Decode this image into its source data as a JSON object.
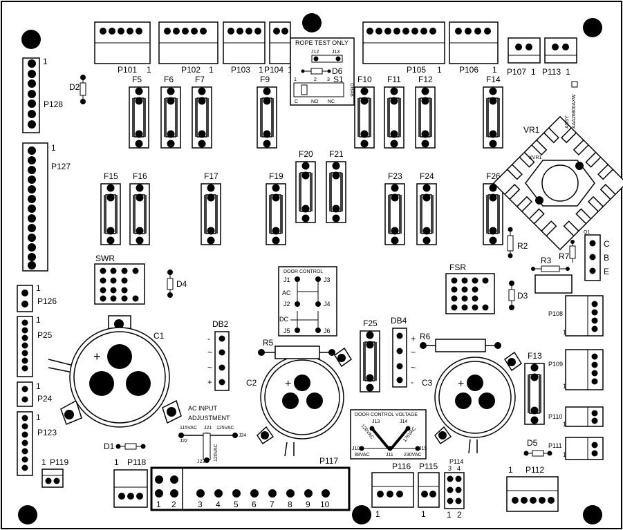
{
  "connectors": {
    "p101": {
      "name": "P101",
      "pin": "1"
    },
    "p102": {
      "name": "P102",
      "pin": "1"
    },
    "p103": {
      "name": "P103",
      "pin": "1"
    },
    "p104": {
      "name": "P104",
      "pin": "1"
    },
    "p105": {
      "name": "P105",
      "pin": "1"
    },
    "p106": {
      "name": "P106",
      "pin": "1"
    },
    "p107": {
      "name": "P107",
      "pin": "1"
    },
    "p113": {
      "name": "P113",
      "pin": "1"
    },
    "p128": {
      "name": "P128",
      "pin": "1"
    },
    "p127": {
      "name": "P127",
      "pin": "1"
    },
    "p126": {
      "name": "P126",
      "pin": "1"
    },
    "p25": {
      "name": "P25",
      "pin": "1"
    },
    "p24": {
      "name": "P24",
      "pin": "1"
    },
    "p123": {
      "name": "P123",
      "pin": "1"
    },
    "p119": {
      "name": "P119",
      "pin": "1"
    },
    "p118": {
      "name": "P118",
      "pin": "1"
    },
    "p117": {
      "name": "P117",
      "pins": [
        "1",
        "2",
        "3",
        "4",
        "5",
        "6",
        "7",
        "8",
        "9",
        "10"
      ]
    },
    "p116": {
      "name": "P116",
      "pin": "1"
    },
    "p115": {
      "name": "P115",
      "pin": "1"
    },
    "p114": {
      "name": "P114",
      "pins": [
        "3",
        "4",
        "1",
        "2"
      ]
    },
    "p112": {
      "name": "P112",
      "pin": "1"
    },
    "p108": {
      "name": "P108",
      "pin": "1"
    },
    "p109": {
      "name": "P109",
      "pin": "1"
    },
    "p110": {
      "name": "P110",
      "pin": "1"
    },
    "p111": {
      "name": "P111",
      "pin": "1"
    }
  },
  "fuses": [
    "F5",
    "F6",
    "F7",
    "F9",
    "F10",
    "F11",
    "F12",
    "F14",
    "F15",
    "F16",
    "F17",
    "F19",
    "F20",
    "F21",
    "F23",
    "F24",
    "F26",
    "F25",
    "F13"
  ],
  "components": {
    "d2": "D2",
    "d4": "D4",
    "d3": "D3",
    "d1": "D1",
    "d5": "D5",
    "d6": "D6",
    "r2": "R2",
    "r3": "R3",
    "r5": "R5",
    "r6": "R6",
    "r7": "R7",
    "s1": "S1",
    "vr1": "VR1",
    "xvr1": "XVR1",
    "q1": "Q1",
    "q1_pins": [
      "C",
      "B",
      "E"
    ],
    "swr": "SWR",
    "fsr": "FSR",
    "db2": "DB2",
    "db4": "DB4",
    "db_marks": [
      "-",
      "~",
      "~",
      "+"
    ],
    "c1": "C1",
    "c2": "C2",
    "c3": "C3",
    "plus": "+",
    "assy": "ASSY",
    "assy_num": "AAA26800AXW"
  },
  "rope_test": {
    "title": "ROPE TEST ONLY",
    "j12": "J12",
    "j13": "J13",
    "pin1": "1",
    "pin2": "2",
    "pin3": "3",
    "c": "C",
    "no": "NO",
    "nc": "NC",
    "grab": "GRAB"
  },
  "door_control": {
    "title": "DOOR CONTROL",
    "j1": "J1",
    "j2": "J2",
    "j3": "J3",
    "j4": "J4",
    "j5": "J5",
    "j6": "J6",
    "ac": "AC",
    "dc": "DC"
  },
  "ac_input": {
    "line1": "AC INPUT",
    "line2": "ADJUSTMENT",
    "v115": "115VAC",
    "v125": "125VAC",
    "v120": "120VAC",
    "j21": "J21",
    "j22": "J22",
    "j23": "J23",
    "j24": "J24"
  },
  "door_voltage": {
    "title": "DOOR CONTROL VOLTAGE",
    "j13": "J13",
    "j14": "J14",
    "j10": "J10",
    "j11": "J11",
    "j15": "J15",
    "v120": "120VAC",
    "v176": "176VAC",
    "v88": "88VAC",
    "v230": "230VAC"
  }
}
